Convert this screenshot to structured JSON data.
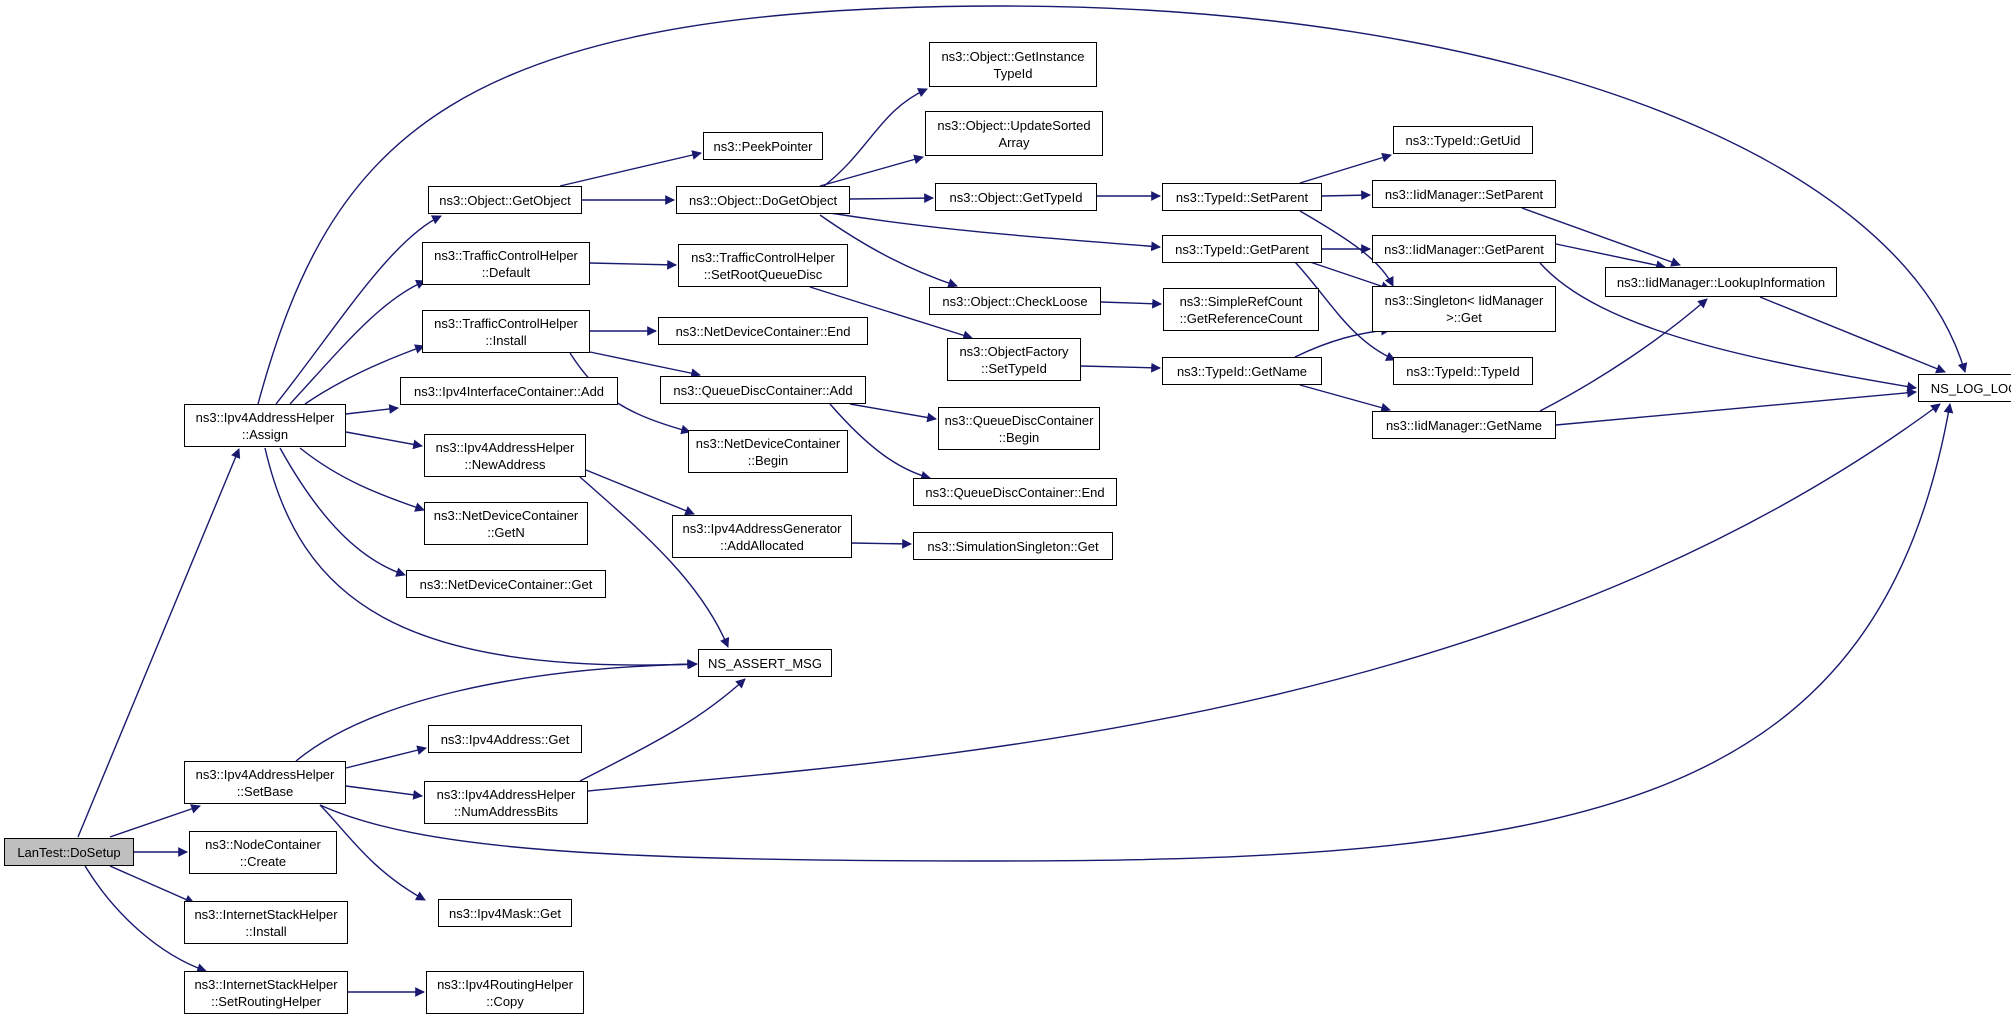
{
  "nodes": {
    "dosetup": {
      "lines": [
        "LanTest::DoSetup"
      ]
    },
    "assign": {
      "lines": [
        "ns3::Ipv4AddressHelper",
        "::Assign"
      ]
    },
    "setbase": {
      "lines": [
        "ns3::Ipv4AddressHelper",
        "::SetBase"
      ]
    },
    "nodecreate": {
      "lines": [
        "ns3::NodeContainer",
        "::Create"
      ]
    },
    "inetinstall": {
      "lines": [
        "ns3::InternetStackHelper",
        "::Install"
      ]
    },
    "setrouting": {
      "lines": [
        "ns3::InternetStackHelper",
        "::SetRoutingHelper"
      ]
    },
    "getobject": {
      "lines": [
        "ns3::Object::GetObject"
      ]
    },
    "tchdefault": {
      "lines": [
        "ns3::TrafficControlHelper",
        "::Default"
      ]
    },
    "tchinstall": {
      "lines": [
        "ns3::TrafficControlHelper",
        "::Install"
      ]
    },
    "ipv4ifadd": {
      "lines": [
        "ns3::Ipv4InterfaceContainer::Add"
      ]
    },
    "newaddress": {
      "lines": [
        "ns3::Ipv4AddressHelper",
        "::NewAddress"
      ]
    },
    "ndcgetn": {
      "lines": [
        "ns3::NetDeviceContainer",
        "::GetN"
      ]
    },
    "ndcget": {
      "lines": [
        "ns3::NetDeviceContainer::Get"
      ]
    },
    "assertmsg": {
      "lines": [
        "NS_ASSERT_MSG"
      ]
    },
    "ipv4addrget": {
      "lines": [
        "ns3::Ipv4Address::Get"
      ]
    },
    "numaddrbits": {
      "lines": [
        "ns3::Ipv4AddressHelper",
        "::NumAddressBits"
      ]
    },
    "maskget": {
      "lines": [
        "ns3::Ipv4Mask::Get"
      ]
    },
    "routingcopy": {
      "lines": [
        "ns3::Ipv4RoutingHelper",
        "::Copy"
      ]
    },
    "peekpointer": {
      "lines": [
        "ns3::PeekPointer"
      ]
    },
    "dogetobject": {
      "lines": [
        "ns3::Object::DoGetObject"
      ]
    },
    "setrootqd": {
      "lines": [
        "ns3::TrafficControlHelper",
        "::SetRootQueueDisc"
      ]
    },
    "ndcend": {
      "lines": [
        "ns3::NetDeviceContainer::End"
      ]
    },
    "qdcadd": {
      "lines": [
        "ns3::QueueDiscContainer::Add"
      ]
    },
    "ndcbegin": {
      "lines": [
        "ns3::NetDeviceContainer",
        "::Begin"
      ]
    },
    "addallocated": {
      "lines": [
        "ns3::Ipv4AddressGenerator",
        "::AddAllocated"
      ]
    },
    "getinstancetypeid": {
      "lines": [
        "ns3::Object::GetInstance",
        "TypeId"
      ]
    },
    "updatesorted": {
      "lines": [
        "ns3::Object::UpdateSorted",
        "Array"
      ]
    },
    "objgettypeid": {
      "lines": [
        "ns3::Object::GetTypeId"
      ]
    },
    "checkloose": {
      "lines": [
        "ns3::Object::CheckLoose"
      ]
    },
    "objfactory": {
      "lines": [
        "ns3::ObjectFactory",
        "::SetTypeId"
      ]
    },
    "qdcbegin": {
      "lines": [
        "ns3::QueueDiscContainer",
        "::Begin"
      ]
    },
    "qdcend": {
      "lines": [
        "ns3::QueueDiscContainer::End"
      ]
    },
    "simsingleton": {
      "lines": [
        "ns3::SimulationSingleton::Get"
      ]
    },
    "tidsetparent": {
      "lines": [
        "ns3::TypeId::SetParent"
      ]
    },
    "tidgetparent": {
      "lines": [
        "ns3::TypeId::GetParent"
      ]
    },
    "refcount": {
      "lines": [
        "ns3::SimpleRefCount",
        "::GetReferenceCount"
      ]
    },
    "tidgetname": {
      "lines": [
        "ns3::TypeId::GetName"
      ]
    },
    "tidgetuid": {
      "lines": [
        "ns3::TypeId::GetUid"
      ]
    },
    "iidsetparent": {
      "lines": [
        "ns3::IidManager::SetParent"
      ]
    },
    "iidgetparent": {
      "lines": [
        "ns3::IidManager::GetParent"
      ]
    },
    "singletonget": {
      "lines": [
        "ns3::Singleton< IidManager",
        " >::Get"
      ]
    },
    "typeidctor": {
      "lines": [
        "ns3::TypeId::TypeId"
      ]
    },
    "iidgetname": {
      "lines": [
        "ns3::IidManager::GetName"
      ]
    },
    "lookupinfo": {
      "lines": [
        "ns3::IidManager::LookupInformation"
      ]
    },
    "nsloglogic": {
      "lines": [
        "NS_LOG_LOGIC"
      ]
    }
  },
  "colors": {
    "edge": "#191970",
    "border": "#000000",
    "root_fill": "#bfbfbf"
  }
}
